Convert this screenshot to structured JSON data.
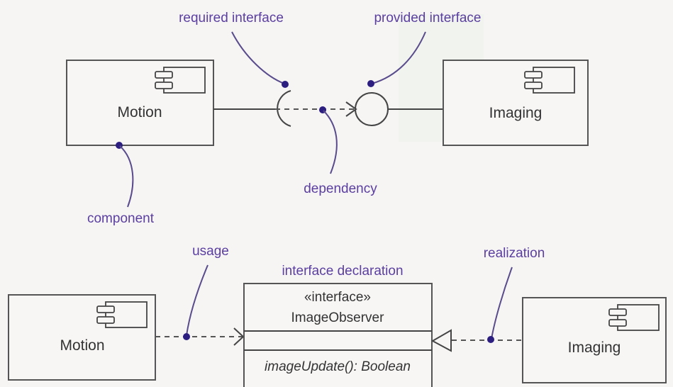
{
  "annotations": {
    "required_interface": "required interface",
    "provided_interface": "provided interface",
    "dependency": "dependency",
    "component": "component",
    "usage": "usage",
    "interface_declaration": "interface declaration",
    "realization": "realization"
  },
  "top_diagram": {
    "left_component": "Motion",
    "right_component": "Imaging"
  },
  "bottom_diagram": {
    "left_component": "Motion",
    "right_component": "Imaging",
    "interface": {
      "stereotype": "«interface»",
      "name": "ImageObserver",
      "operation": "imageUpdate(): Boolean"
    }
  },
  "colors": {
    "annotation": "#5b3fa0",
    "annotation_dot": "#2c1e80",
    "line": "#444444"
  }
}
